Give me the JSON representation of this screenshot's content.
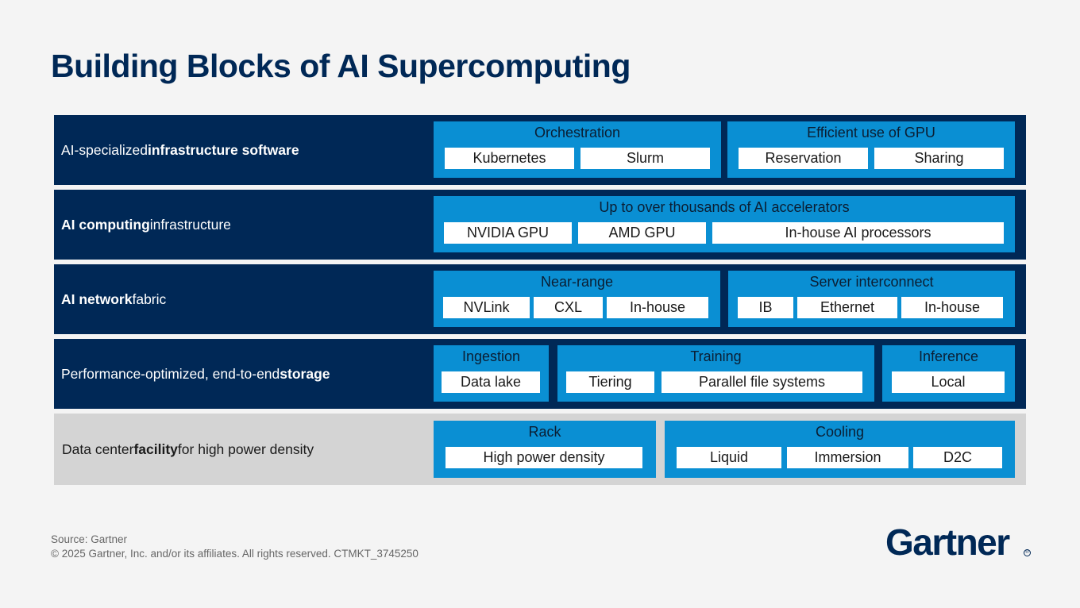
{
  "title": "Building Blocks of AI Supercomputing",
  "rows": [
    {
      "label_parts": [
        "AI-specialized ",
        "infrastructure software"
      ],
      "groups": [
        {
          "title": "Orchestration",
          "items": [
            "Kubernetes",
            "Slurm"
          ]
        },
        {
          "title": "Efficient use of GPU",
          "items": [
            "Reservation",
            "Sharing"
          ]
        }
      ]
    },
    {
      "label_parts": [
        "AI computing",
        " infrastructure"
      ],
      "groups": [
        {
          "title": "Up to over thousands of AI accelerators",
          "items": [
            "NVIDIA GPU",
            "AMD GPU",
            "In-house AI processors"
          ]
        }
      ]
    },
    {
      "label_parts": [
        "AI network",
        " fabric"
      ],
      "groups": [
        {
          "title": "Near-range",
          "items": [
            "NVLink",
            "CXL",
            "In-house"
          ]
        },
        {
          "title": "Server interconnect",
          "items": [
            "IB",
            "Ethernet",
            "In-house"
          ]
        }
      ]
    },
    {
      "label_parts": [
        "Performance-optimized, end-to-end ",
        "storage"
      ],
      "groups": [
        {
          "title": "Ingestion",
          "items": [
            "Data lake"
          ]
        },
        {
          "title": "Training",
          "items": [
            "Tiering",
            "Parallel file systems"
          ]
        },
        {
          "title": "Inference",
          "items": [
            "Local"
          ]
        }
      ]
    },
    {
      "label_parts": [
        "Data center ",
        "facility",
        " for high power density"
      ],
      "groups": [
        {
          "title": "Rack",
          "items": [
            "High power density"
          ]
        },
        {
          "title": "Cooling",
          "items": [
            "Liquid",
            "Immersion",
            "D2C"
          ]
        }
      ]
    }
  ],
  "footer": {
    "source": "Source: Gartner",
    "copyright": "© 2025 Gartner, Inc. and/or its affiliates. All rights reserved. CTMKT_3745250"
  },
  "logo": {
    "text": "Gartner",
    "mark": "®"
  },
  "colors": {
    "navy": "#002856",
    "blue": "#0a8fd3",
    "gray": "#d4d4d4"
  }
}
